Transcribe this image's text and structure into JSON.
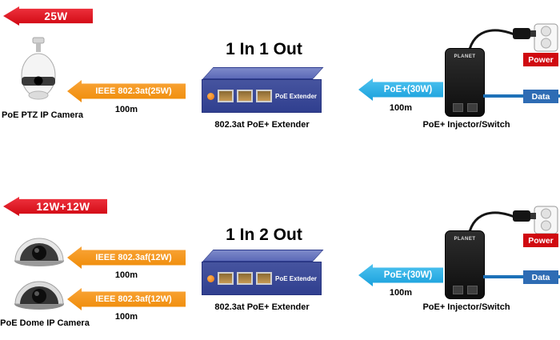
{
  "colors": {
    "arrow_red": "#d00712",
    "arrow_orange": "#ef8b06",
    "arrow_cyan": "#18a0dc",
    "power_badge_bg": "#d00a10",
    "data_badge_bg": "#2e6cb4",
    "data_line": "#1d71b8",
    "extender_body": "#303f8f"
  },
  "s1": {
    "wattage": "25W",
    "title": "1 In 1 Out",
    "camera_caption": "PoE PTZ IP Camera",
    "link_camera": {
      "label": "IEEE 802.3at(25W)",
      "distance": "100m"
    },
    "extender": {
      "device_label": "PoE Extender",
      "caption": "802.3at PoE+ Extender"
    },
    "link_injector": {
      "label": "PoE+(30W)",
      "distance": "100m"
    },
    "injector": {
      "brand": "PLANET",
      "caption": "PoE+ Injector/Switch"
    },
    "power_badge": "Power",
    "data_badge": "Data"
  },
  "s2": {
    "wattage": "12W+12W",
    "title": "1 In 2 Out",
    "camera_caption": "PoE Dome IP Camera",
    "link_camera_a": {
      "label": "IEEE 802.3af(12W)",
      "distance": "100m"
    },
    "link_camera_b": {
      "label": "IEEE 802.3af(12W)",
      "distance": "100m"
    },
    "extender": {
      "device_label": "PoE Extender",
      "caption": "802.3at PoE+ Extender"
    },
    "link_injector": {
      "label": "PoE+(30W)",
      "distance": "100m"
    },
    "injector": {
      "brand": "PLANET",
      "caption": "PoE+ Injector/Switch"
    },
    "power_badge": "Power",
    "data_badge": "Data"
  }
}
